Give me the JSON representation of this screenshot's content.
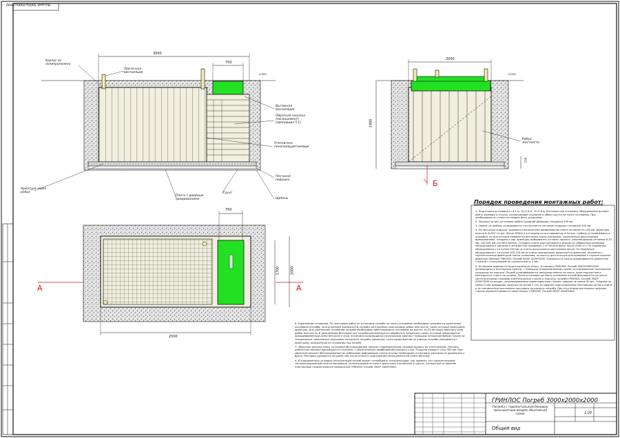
{
  "stamp": "Погреб 3000х2000х2000",
  "instructions_title": "Порядок проведения монтажных работ:",
  "steps": [
    "1. Подготовка котлована L=4,4 м., B=2,6 м., H=2,6 м. Котлован под установку оборудования должен иметь размеры и откосы, исключающие осыпание и обвал грунта на плиту основания. При необходимости стенки котлована быть укреплены.",
    "2. Засыпка на дно котлована щебня (средней фракции) толщиной 100 мм.",
    "3. Сверху на щебень укладывается и уплотняется песчаная подушка толщиной 100 мм.",
    "4. На песчаную подушку заливается монолитная армированная плита не менее H=150 мм (арматура класса А-III Ø12-14 мм., бетон М300) в котловане по его периметру и на всю глубину устанавливается опалубка, на дне которой заливается бетонная плита-основание, укрепленная двухслойным армированием, толщина и шаг арматуры выбираются согласно проекту, рекомендовано не менее 8-10 мм, 150-200 мм соответственно. Толщина плиты рассчитывается исходя из габаритных размеров оборудования и удельного веса бетона (примерно 1 м³ бетона весит около 2500 кг). По периметру оборудования с отступом 150 мм от плиты выпускаются монтажные петли. По периметру оборудования с отступом 100-150 мм из плиты вертикально выпускается арматура, связанная с горизонтальной арматурой плиты основания, на высоту достаточную для привязки к горизонтальной арматуре обвязки ГРИНЛОС Погреб 3000* 2000*2000. Поверхность плиты выравнивается цементной стяжкой с отклонением по горизонтали ± 3 мм.",
    "5. Установка изделия на подготовленную плиту. Установка ГРИНЛОС Погреб 3000*2000*2000 производиться монтажным краном, с помощью четырехветвевой стропы за специальные такелажные проушины на корпусе. Погреб устанавливается непосредственно на плиту, кран недопустим и монтируется строго по уровню. После установки на плиту основания погреб фиксируется на плите синтетическими стропами (синтетическое стропы к корпусу) погреба ГРИНЛОС Погреб 3000* 2000*2000 не входят, рекомендованные характеристики стропы: ширина не менее 50 мм, толщина не менее 2 мм, разрывная нагрузка не менее 5 т/с) за заранее подготовленные монтажные петли в плите и за специальные монтажные проушины на корпусе погреба. При отсутствии монтажных проушин стропы перехлестываются через корпус ГРИНЛОС Погреб 3000* 2000*2000."
  ],
  "steps2": [
    "6. Укрепление основания. По окончании работ по установке погреба на плиту основание необходимо произвести укрепление основания погреба: на внутренней поверхности погреба заготовлены пластиковые ребра жесткости, через которые пропущена арматура. Для укрепления основания погреба необходимо забетонировать основание на высоту 10-20 мм выше верхнего края ребер жесткости. В дальнейшем бетонный пол погреба рекомендуется обработать защитным слоем, который предотвратит преждевременный износ бетонного пола. Установка производиться монтажным краном с помощью четырехветвевой стропы за специальные такелажные проушины на корпусе погреба. Арматура, сконструированная на отвесах погреба связывается с арматурой, выпущенной из основания под погреб.",
    "7. Обратная засыпка пазух котлована (бетонирование) песком с периодическим поливом водой и ее уплотнением. Песчано-цементная засыпка производится послойно, с обязательным трамбованием каждого слоя. Толщина каждого слоя 300 мм. При обратной засыпке (бетонировании) во избежание деформации стенок внутри необходимо установить распорки из деревянного бруса. Распорки удаляются не ранее чем после полного схватывания пескоцементной смеси (бетона).",
    "8. В определенных условиях эксплуатации погреб может потребовать теплоизоляции, как правило, это горизонтальный теплоизоляционный слой из материала, использование которого допустимо и возможно в грунте, уложенный на верхнее пластиковое горизонтальное перекрытие ГРИНЛОС Погреб 3000* 2000*2000."
  ],
  "labels": {
    "body": "Корпус из полипропилена",
    "supply": "Приточная вентиляция",
    "exhaust": "Вытяжная вентиляция",
    "backfill": "Обратная засыпка (пескоцемент) (пропорция 5:1)",
    "insulation": "Утеплитель пенополиуретановый",
    "rebar": "Арматура через ребра",
    "slab": "Плита с двойным армированием",
    "ground": "Грунт",
    "sand": "Песчаная подушка",
    "gravel": "Щебень",
    "ribs": "Ребра жесткости",
    "level": "0.000"
  },
  "dims": {
    "len_top": "3000",
    "hatch_w": "750",
    "side_w": "2000",
    "side_h": "2400",
    "base_h": "150",
    "plan_len": "2500",
    "plan_w": "2000",
    "plan_hatch": "750",
    "plan_hatch_len": "1700"
  },
  "section_marks": {
    "a": "А",
    "b": "Б"
  },
  "title_block": {
    "product": "ГРИНЛОС Погреб 3000х2000х2000",
    "description": "Погреба с горизонтальным боковым трехнакатным входом. Монтажная схема",
    "view": "Общий вид",
    "scale": "1:20"
  },
  "colors": {
    "hatch_green": "#22e022",
    "body_fill": "#f2efe0",
    "frame": "#111111",
    "section_red": "#d01010"
  }
}
